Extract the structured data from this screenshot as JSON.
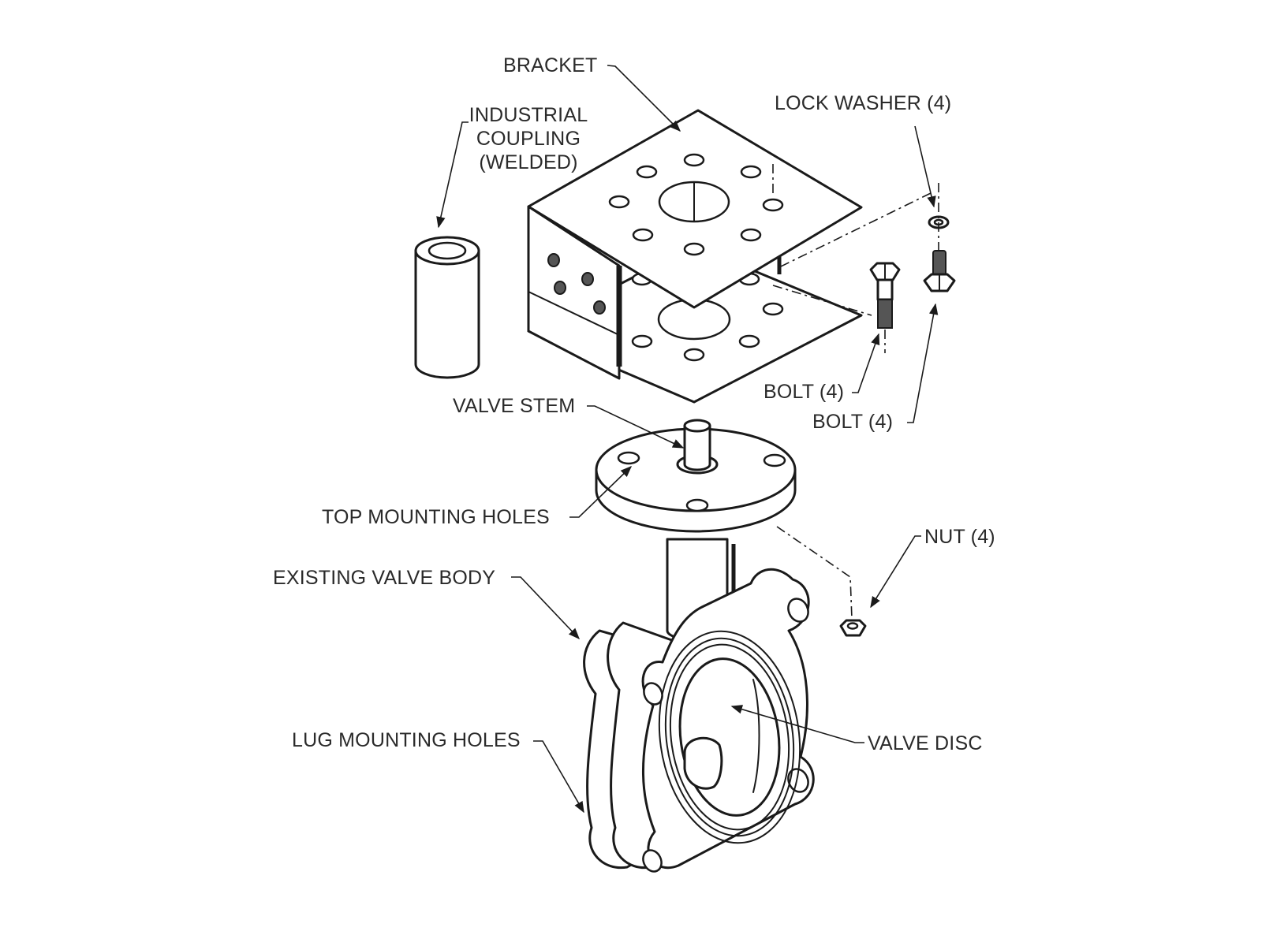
{
  "labels": {
    "bracket": "BRACKET",
    "industrial_coupling": [
      "INDUSTRIAL",
      "COUPLING",
      "(WELDED)"
    ],
    "lock_washer": "LOCK WASHER (4)",
    "bolt_a": "BOLT (4)",
    "bolt_b": "BOLT (4)",
    "valve_stem": "VALVE STEM",
    "top_mounting_holes": "TOP MOUNTING HOLES",
    "nut": "NUT (4)",
    "existing_valve_body": "EXISTING VALVE BODY",
    "lug_mounting_holes": "LUG MOUNTING HOLES",
    "valve_disc": "VALVE DISC"
  },
  "colors": {
    "line": "#1a1a1a",
    "text": "#2a2a2a",
    "background": "#ffffff"
  }
}
